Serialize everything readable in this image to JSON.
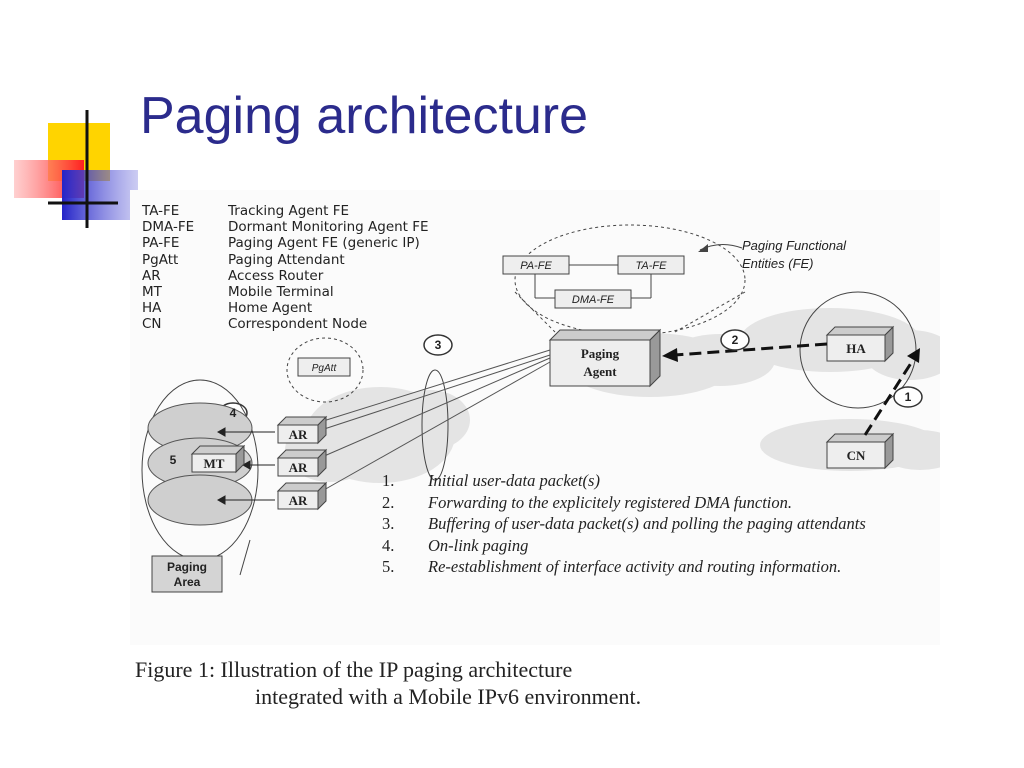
{
  "title": "Paging architecture",
  "legend": [
    {
      "abbr": "TA-FE",
      "desc": "Tracking Agent FE"
    },
    {
      "abbr": "DMA-FE",
      "desc": "Dormant Monitoring Agent FE"
    },
    {
      "abbr": "PA-FE",
      "desc": "Paging Agent FE (generic IP)"
    },
    {
      "abbr": "PgAtt",
      "desc": "Paging Attendant"
    },
    {
      "abbr": "AR",
      "desc": "Access Router"
    },
    {
      "abbr": "MT",
      "desc": "Mobile Terminal"
    },
    {
      "abbr": "HA",
      "desc": "Home Agent"
    },
    {
      "abbr": "CN",
      "desc": "Correspondent Node"
    }
  ],
  "diagram": {
    "fe_label": "Paging Functional Entities (FE)",
    "pa_fe": "PA-FE",
    "ta_fe": "TA-FE",
    "dma_fe": "DMA-FE",
    "paging_agent": "Paging Agent",
    "pgatt": "PgAtt",
    "ha": "HA",
    "cn": "CN",
    "ar": "AR",
    "mt": "MT",
    "paging_area": "Paging Area",
    "markers": [
      "1",
      "2",
      "3",
      "4",
      "5"
    ]
  },
  "steps": [
    {
      "num": "1",
      "text": "Initial user-data packet(s)"
    },
    {
      "num": "2",
      "text": "Forwarding to the explicitely registered DMA function."
    },
    {
      "num": "3",
      "text": "Buffering of user-data packet(s) and polling the paging attendants"
    },
    {
      "num": "4",
      "text": "On-link paging"
    },
    {
      "num": "5",
      "text": "Re-establishment of interface activity and routing information."
    }
  ],
  "caption": {
    "line1": "Figure 1: Illustration of the IP paging architecture",
    "line2": "integrated with a Mobile IPv6 environment."
  }
}
